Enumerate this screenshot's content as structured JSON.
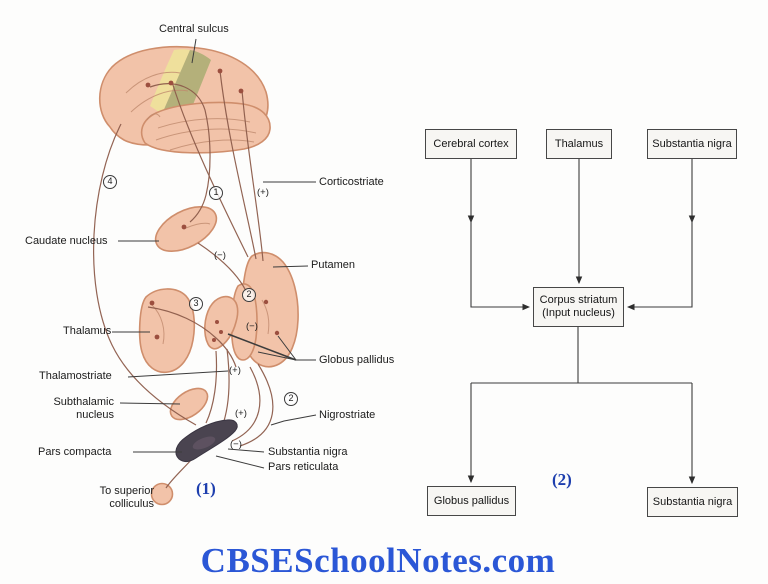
{
  "colors": {
    "watermark_blue": "#2b57d6",
    "caption_blue": "#1e3fae",
    "brain_fill": "#f2c3a9",
    "brain_outline": "#cf8e6c",
    "sulcus_yellow": "#efe09c",
    "sulcus_green": "#a9ad72",
    "substantia_nigra_dark": "#4a4450",
    "fiber_brown": "#8d5c4b"
  },
  "watermark": "CBSESchoolNotes.com",
  "figure1": {
    "caption": "(1)",
    "labels": {
      "central_sulcus": "Central sulcus",
      "corticostriate": "Corticostriate",
      "caudate_nucleus": "Caudate nucleus",
      "putamen": "Putamen",
      "thalamus": "Thalamus",
      "thalamostriate": "Thalamostriate",
      "subthalamic_1": "Subthalamic",
      "subthalamic_2": "nucleus",
      "pars_compacta": "Pars compacta",
      "to_superior_1": "To superior",
      "to_superior_2": "colliculus",
      "globus_pallidus": "Globus pallidus",
      "nigrostriate": "Nigrostriate",
      "substantia_nigra": "Substantia nigra",
      "pars_reticulata": "Pars reticulata"
    },
    "circled": [
      {
        "text": "4"
      },
      {
        "text": "1"
      },
      {
        "text": "3"
      },
      {
        "text": "2"
      },
      {
        "text": "2"
      }
    ],
    "signs": [
      {
        "text": "(+)"
      },
      {
        "text": "(−)"
      },
      {
        "text": "(−)"
      },
      {
        "text": "(+)"
      },
      {
        "text": "(+)"
      },
      {
        "text": "(−)"
      }
    ]
  },
  "figure2": {
    "caption": "(2)",
    "boxes": {
      "cerebral_cortex": "Cerebral cortex",
      "thalamus": "Thalamus",
      "substantia_nigra_top": "Substantia nigra",
      "corpus_striatum_1": "Corpus striatum",
      "corpus_striatum_2": "(Input nucleus)",
      "globus_pallidus": "Globus pallidus",
      "substantia_nigra_bottom": "Substantia nigra"
    }
  }
}
